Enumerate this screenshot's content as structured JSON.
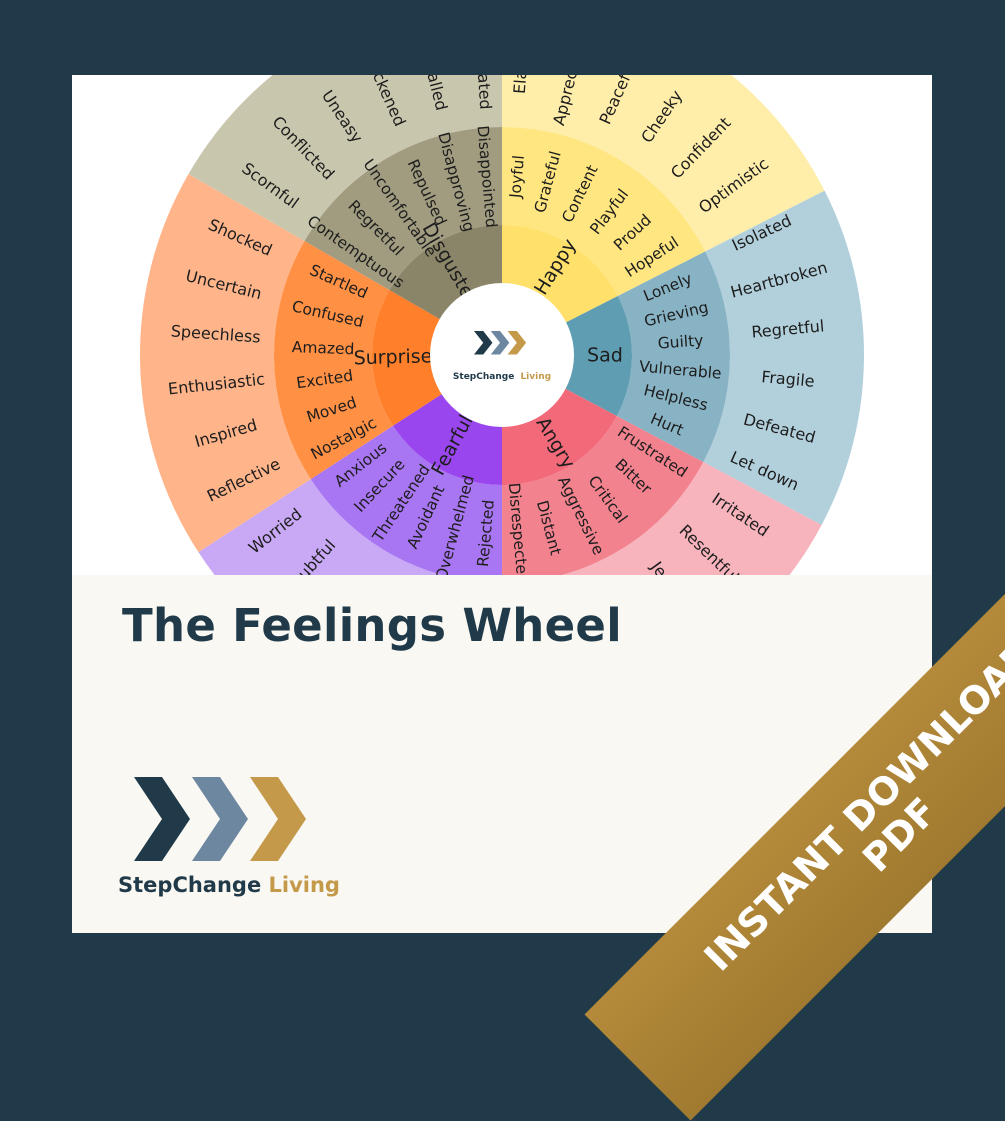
{
  "center": {
    "brand_name": "StepChange",
    "brand_accent": "Living"
  },
  "wheel": {
    "cores": [
      {
        "label": "Happy",
        "color": "#ffe06b",
        "mid_color": "#ffe680",
        "outer_color": "#ffeea9",
        "start": 0,
        "end": 63
      },
      {
        "label": "Sad",
        "color": "#5f9db2",
        "mid_color": "#88b3c4",
        "outer_color": "#b2d0dc",
        "start": 63,
        "end": 118
      },
      {
        "label": "Angry",
        "color": "#f2697a",
        "mid_color": "#f3828f",
        "outer_color": "#f7b4bc",
        "start": 118,
        "end": 180
      },
      {
        "label": "Fearful",
        "color": "#9a46ee",
        "mid_color": "#a876f2",
        "outer_color": "#c9a9f6",
        "start": 180,
        "end": 237
      },
      {
        "label": "Surprised",
        "color": "#ff7f2a",
        "mid_color": "#ff9044",
        "outer_color": "#ffb48a",
        "start": 237,
        "end": 300
      },
      {
        "label": "Disgusted",
        "color": "#8a8468",
        "mid_color": "#a19c80",
        "outer_color": "#c9c6ae",
        "start": 300,
        "end": 360
      }
    ],
    "middle": [
      {
        "label": "Joyful",
        "angle": 5
      },
      {
        "label": "Grateful",
        "angle": 15
      },
      {
        "label": "Content",
        "angle": 26
      },
      {
        "label": "Playful",
        "angle": 37
      },
      {
        "label": "Proud",
        "angle": 47
      },
      {
        "label": "Hopeful",
        "angle": 57
      },
      {
        "label": "Lonely",
        "angle": 68
      },
      {
        "label": "Grieving",
        "angle": 77
      },
      {
        "label": "Guilty",
        "angle": 86
      },
      {
        "label": "Vulnerable",
        "angle": 95
      },
      {
        "label": "Helpless",
        "angle": 104
      },
      {
        "label": "Hurt",
        "angle": 113
      },
      {
        "label": "Frustrated",
        "angle": 123
      },
      {
        "label": "Bitter",
        "angle": 133
      },
      {
        "label": "Critical",
        "angle": 144
      },
      {
        "label": "Aggressive",
        "angle": 154
      },
      {
        "label": "Distant",
        "angle": 165
      },
      {
        "label": "Disrespected",
        "angle": 175
      },
      {
        "label": "Rejected",
        "angle": 185
      },
      {
        "label": "Overwhelmed",
        "angle": 195
      },
      {
        "label": "Avoidant",
        "angle": 205
      },
      {
        "label": "Threatened",
        "angle": 214
      },
      {
        "label": "Insecure",
        "angle": 223
      },
      {
        "label": "Anxious",
        "angle": 232
      },
      {
        "label": "Nostalgic",
        "angle": 242
      },
      {
        "label": "Moved",
        "angle": 252
      },
      {
        "label": "Excited",
        "angle": 262
      },
      {
        "label": "Amazed",
        "angle": 272
      },
      {
        "label": "Confused",
        "angle": 283
      },
      {
        "label": "Startled",
        "angle": 294
      },
      {
        "label": "Contemptuous",
        "angle": 305
      },
      {
        "label": "Regretful",
        "angle": 315
      },
      {
        "label": "Uncomfortable",
        "angle": 325
      },
      {
        "label": "Repulsed",
        "angle": 335
      },
      {
        "label": "Disapproving",
        "angle": 345
      },
      {
        "label": "Disappointed",
        "angle": 355
      }
    ],
    "outer": [
      {
        "label": "Elated",
        "angle": 4
      },
      {
        "label": "Appreciative",
        "angle": 14
      },
      {
        "label": "Peaceful",
        "angle": 24
      },
      {
        "label": "Cheeky",
        "angle": 34
      },
      {
        "label": "Confident",
        "angle": 44
      },
      {
        "label": "Optimistic",
        "angle": 54
      },
      {
        "label": "Isolated",
        "angle": 65
      },
      {
        "label": "Heartbroken",
        "angle": 75
      },
      {
        "label": "Regretful",
        "angle": 85
      },
      {
        "label": "Fragile",
        "angle": 95
      },
      {
        "label": "Defeated",
        "angle": 105
      },
      {
        "label": "Let down",
        "angle": 114
      },
      {
        "label": "Irritated",
        "angle": 124
      },
      {
        "label": "Resentful",
        "angle": 134
      },
      {
        "label": "Jealous",
        "angle": 144
      },
      {
        "label": "Worried",
        "angle": 232
      },
      {
        "label": "Doubtful",
        "angle": 222
      },
      {
        "label": "Reflective",
        "angle": 244
      },
      {
        "label": "Inspired",
        "angle": 254
      },
      {
        "label": "Enthusiastic",
        "angle": 264
      },
      {
        "label": "Speechless",
        "angle": 274
      },
      {
        "label": "Uncertain",
        "angle": 284
      },
      {
        "label": "Shocked",
        "angle": 294
      },
      {
        "label": "Scornful",
        "angle": 306
      },
      {
        "label": "Conflicted",
        "angle": 316
      },
      {
        "label": "Uneasy",
        "angle": 326
      },
      {
        "label": "Sickened",
        "angle": 336
      },
      {
        "label": "Appalled",
        "angle": 346
      },
      {
        "label": "Frustrated",
        "angle": 356
      }
    ]
  },
  "title": "The Feelings Wheel",
  "logo": {
    "name": "StepChange",
    "accent": "Living",
    "colors": [
      "#203a4a",
      "#6e87a0",
      "#c49a4a"
    ]
  },
  "ribbon": {
    "line1": "INSTANT DOWNLOAD",
    "line2": "PDF"
  },
  "colors": {
    "background": "#203a4a",
    "accent": "#c49a4a",
    "ribbon": "#a98234"
  }
}
